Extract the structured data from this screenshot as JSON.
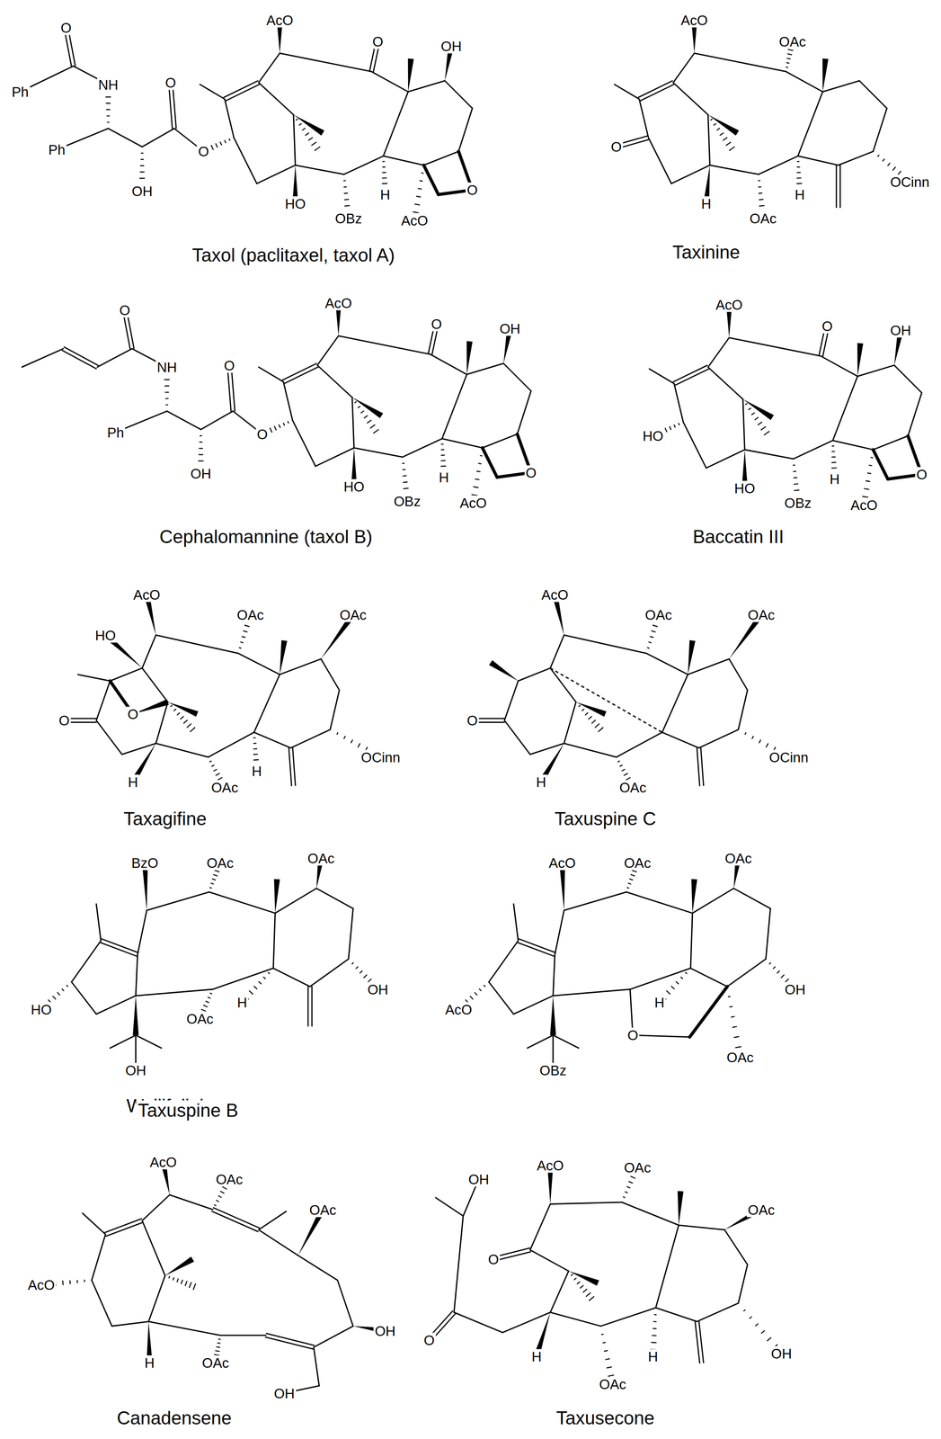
{
  "diagram": {
    "labels": [
      "Ph",
      "O",
      "NH",
      "O",
      "Ph",
      "OH",
      "O",
      "AcO",
      "O",
      "OH",
      "HO",
      "OBz",
      "H",
      "AcO",
      "O",
      "Taxol (paclitaxel, taxol A)",
      "AcO",
      "OAc",
      "O",
      "H",
      "OAc",
      "H",
      "OCinn",
      "Taxinine",
      "O",
      "NH",
      "O",
      "Ph",
      "OH",
      "O",
      "AcO",
      "O",
      "OH",
      "HO",
      "OBz",
      "H",
      "AcO",
      "O",
      "Cephalomannine (taxol B)",
      "AcO",
      "O",
      "OH",
      "HO",
      "HO",
      "OBz",
      "H",
      "AcO",
      "O",
      "Baccatin III",
      "AcO",
      "HO",
      "OAc",
      "OAc",
      "O",
      "O",
      "H",
      "H",
      "OAc",
      "OCinn",
      "Taxagifine",
      "AcO",
      "OAc",
      "OAc",
      "O",
      "H",
      "OAc",
      "OCinn",
      "Taxuspine C",
      "BzO",
      "OAc",
      "OAc",
      "HO",
      "OAc",
      "H",
      "OH",
      "OH",
      "Wallifoliol",
      "AcO",
      "OAc",
      "OAc",
      "AcO",
      "H",
      "O",
      "OH",
      "OBz",
      "OAc",
      "Taxuspine B",
      "AcO",
      "OAc",
      "OAc",
      "AcO",
      "OH",
      "H",
      "OAc",
      "OH",
      "Canadensene",
      "OH",
      "AcO",
      "OAc",
      "OAc",
      "O",
      "O",
      "H",
      "H",
      "OAc",
      "OH",
      "Taxusecone"
    ]
  }
}
